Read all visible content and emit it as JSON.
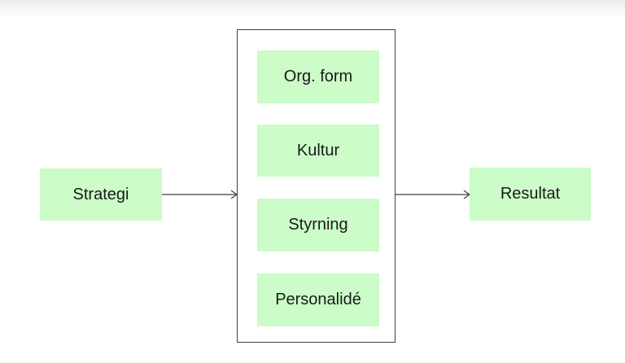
{
  "diagram": {
    "input": {
      "label": "Strategi"
    },
    "output": {
      "label": "Resultat"
    },
    "components": [
      {
        "label": "Org. form"
      },
      {
        "label": "Kultur"
      },
      {
        "label": "Styrning"
      },
      {
        "label": "Personalidé"
      }
    ],
    "colors": {
      "node_fill": "#ccfcc8",
      "border": "#404040",
      "arrow": "#404040",
      "text": "#1a1a1a"
    }
  }
}
